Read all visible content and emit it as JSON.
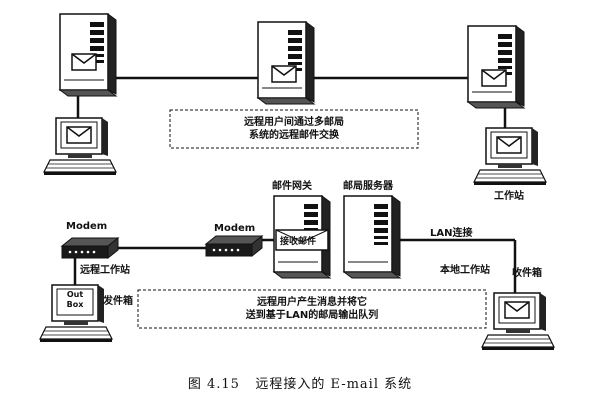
{
  "labels": {
    "top_note_line1": "远程用户间通过多邮局",
    "top_note_line2": "系统的远程邮件交换",
    "workstation_top": "工作站",
    "modem_left": "Modem",
    "modem_right": "Modem",
    "mail_gateway": "邮件网关",
    "mail_server": "邮局服务器",
    "receive_mail": "接收邮件",
    "lan_link": "LAN连接",
    "remote_workstation": "远程工作站",
    "outbox_screen": "Out Box",
    "outbox": "发件箱",
    "local_workstation": "本地工作站",
    "inbox": "收件箱",
    "bottom_note_line1": "远程用户产生消息并将它",
    "bottom_note_line2": "送到基于LAN的邮局输出队列"
  },
  "caption": {
    "figure_no": "图 4.15",
    "title": "远程接入的 E-mail 系统"
  }
}
